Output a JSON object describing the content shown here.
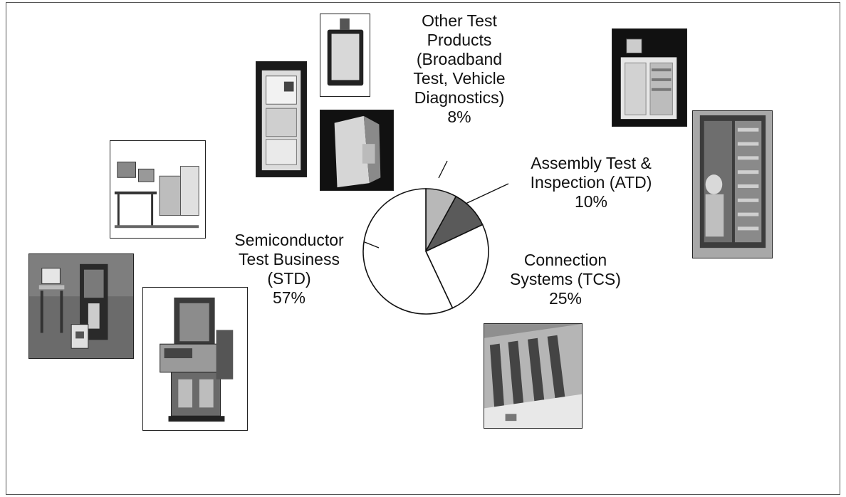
{
  "chart_data": {
    "type": "pie",
    "title": "",
    "slices": [
      {
        "name": "Other Test Products (Broadband Test, Vehicle Diagnostics)",
        "value": 8,
        "label_lines": [
          "Other Test",
          "Products",
          "(Broadband",
          "Test, Vehicle",
          "Diagnostics)"
        ],
        "pct": "8%",
        "color": "#b8b8b8"
      },
      {
        "name": "Assembly Test & Inspection (ATD)",
        "value": 10,
        "label_lines": [
          "Assembly Test &",
          "Inspection (ATD)"
        ],
        "pct": "10%",
        "color": "#5a5a5a"
      },
      {
        "name": "Connection Systems (TCS)",
        "value": 25,
        "label_lines": [
          "Connection",
          "Systems (TCS)"
        ],
        "pct": "25%",
        "color": "#ffffff"
      },
      {
        "name": "Semiconductor Test Business (STD)",
        "value": 57,
        "label_lines": [
          "Semiconductor",
          "Test Business",
          "(STD)"
        ],
        "pct": "57%",
        "color": "#ffffff"
      }
    ],
    "start_angle_deg": 0,
    "legend": "none"
  },
  "photos": [
    {
      "name": "photo-test-station",
      "icon": "equipment-photo"
    },
    {
      "name": "photo-ate-tester",
      "icon": "equipment-photo"
    },
    {
      "name": "photo-handler-cabinet",
      "icon": "equipment-photo"
    },
    {
      "name": "photo-monitor-terminal",
      "icon": "equipment-photo"
    },
    {
      "name": "photo-probe-unit",
      "icon": "equipment-photo"
    },
    {
      "name": "photo-lab-benches",
      "icon": "equipment-photo"
    },
    {
      "name": "photo-test-rack",
      "icon": "equipment-photo"
    },
    {
      "name": "photo-server-rack-technician",
      "icon": "equipment-photo"
    },
    {
      "name": "photo-connector-boards",
      "icon": "equipment-photo"
    }
  ]
}
